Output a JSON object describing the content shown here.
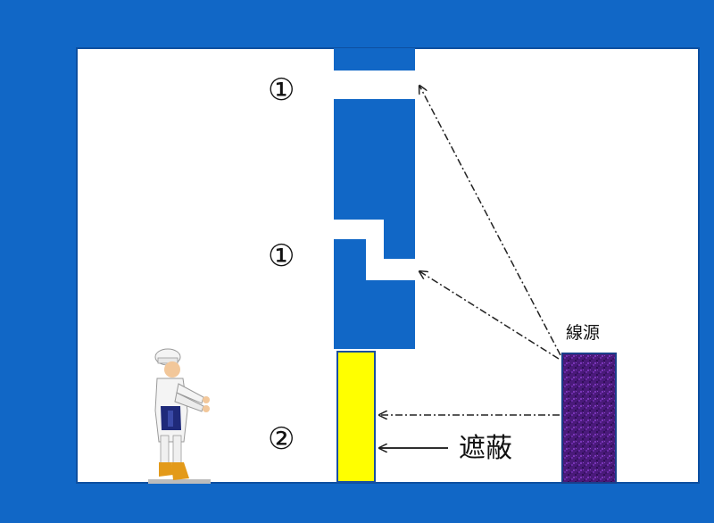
{
  "labels": {
    "gap_marker_top": "①",
    "gap_marker_mid": "①",
    "shield_marker": "②",
    "source_label": "線源",
    "shield_label": "遮蔽"
  },
  "colors": {
    "frame": "#1167c6",
    "wall": "#1167c6",
    "room": "#ffffff",
    "shield": "#ffff00",
    "source": "#4b1a78",
    "arrow": "#222222"
  },
  "icons": {
    "worker": "worker-figure-icon"
  }
}
